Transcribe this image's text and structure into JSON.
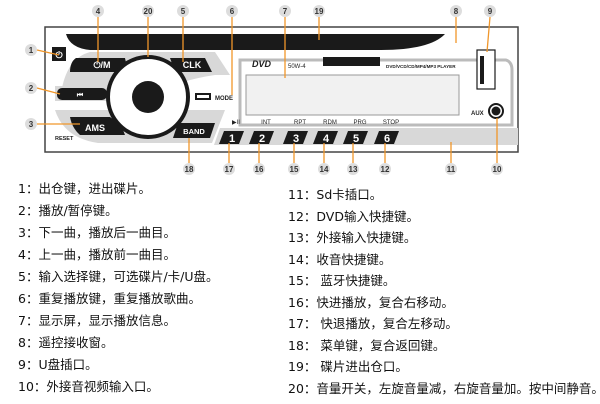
{
  "panel": {
    "buttons": {
      "power": "⏻",
      "mute": "⏻/M",
      "clk": "CLK",
      "prev": "⏮",
      "ams": "AMS",
      "band": "BAND",
      "mode": "MODE",
      "reset": "RESET"
    },
    "brand_logo": "DVD",
    "model": "50W-4",
    "player_text": "DVD/VCD/CD/MP4/MP3 PLAYER",
    "aux": "AUX",
    "sd": "SD",
    "number_keys": [
      {
        "key": "1",
        "label": "▶II"
      },
      {
        "key": "2",
        "label": "INT"
      },
      {
        "key": "3",
        "label": "RPT"
      },
      {
        "key": "4",
        "label": "RDM"
      },
      {
        "key": "5",
        "label": "PRG"
      },
      {
        "key": "6",
        "label": "STOP"
      }
    ]
  },
  "callouts": [
    "1",
    "2",
    "3",
    "4",
    "20",
    "5",
    "6",
    "7",
    "19",
    "8",
    "9",
    "18",
    "17",
    "16",
    "15",
    "14",
    "13",
    "12",
    "11",
    "10"
  ],
  "legend_left": [
    "1：出仓键，进出碟片。",
    "2：播放/暂停键。",
    "3：下一曲，播放后一曲目。",
    "4：上一曲，播放前一曲目。",
    "5：输入选择键，可选碟片/卡/U盘。",
    "6：重复播放键，重复播放歌曲。",
    "7：显示屏，显示播放信息。",
    "8：遥控接收窗。",
    "9：U盘插口。",
    "10：外接音视频输入口。"
  ],
  "legend_right": [
    "11：Sd卡插口。",
    "12：DVD输入快捷键。",
    "13：外接输入快捷键。",
    "14：收音快捷键。",
    "15： 蓝牙快捷键。",
    "16：快进播放，复合右移动。",
    "17： 快退播放，复合左移动。",
    "18： 菜单键，复合返回键。",
    "19： 碟片进出仓口。",
    "20：音量开关，左旋音量减，右旋音量加。按中间静音。"
  ],
  "colors": {
    "callout_line": "#f0962a",
    "button": "#1a1a1a",
    "panel_border": "#444444",
    "bezel": "#d8d8d8"
  }
}
